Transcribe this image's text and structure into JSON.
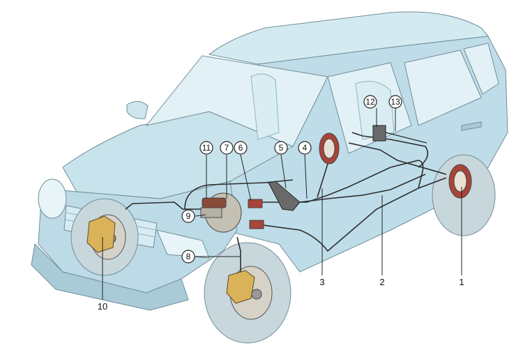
{
  "diagram": {
    "components": [
      {
        "id": "rear-brake-shoes-right",
        "number": "1"
      },
      {
        "id": "parking-brake-cable-rear",
        "number": "2"
      },
      {
        "id": "parking-brake-cable-front",
        "number": "3"
      },
      {
        "id": "parking-brake-lever-rod",
        "number": "4"
      },
      {
        "id": "parking-brake-lever",
        "number": "5"
      },
      {
        "id": "pressure-valve",
        "number": "6"
      },
      {
        "id": "vacuum-booster",
        "number": "7"
      },
      {
        "id": "front-brake-hose",
        "number": "8"
      },
      {
        "id": "master-cylinder",
        "number": "9"
      },
      {
        "id": "front-brake-caliper",
        "number": "10"
      },
      {
        "id": "brake-fluid-reservoir",
        "number": "11"
      },
      {
        "id": "pressure-regulator",
        "number": "12"
      },
      {
        "id": "regulator-linkage",
        "number": "13"
      }
    ],
    "colors": {
      "body": "#cfe6ee",
      "body_shade": "#a9cbd7",
      "outline": "#6f8d99",
      "tire": "#c8d7dc",
      "line": "#2d2d2d",
      "metal": "#b7b2a6",
      "brass": "#d9b25a",
      "shoe": "#a8443a"
    }
  }
}
